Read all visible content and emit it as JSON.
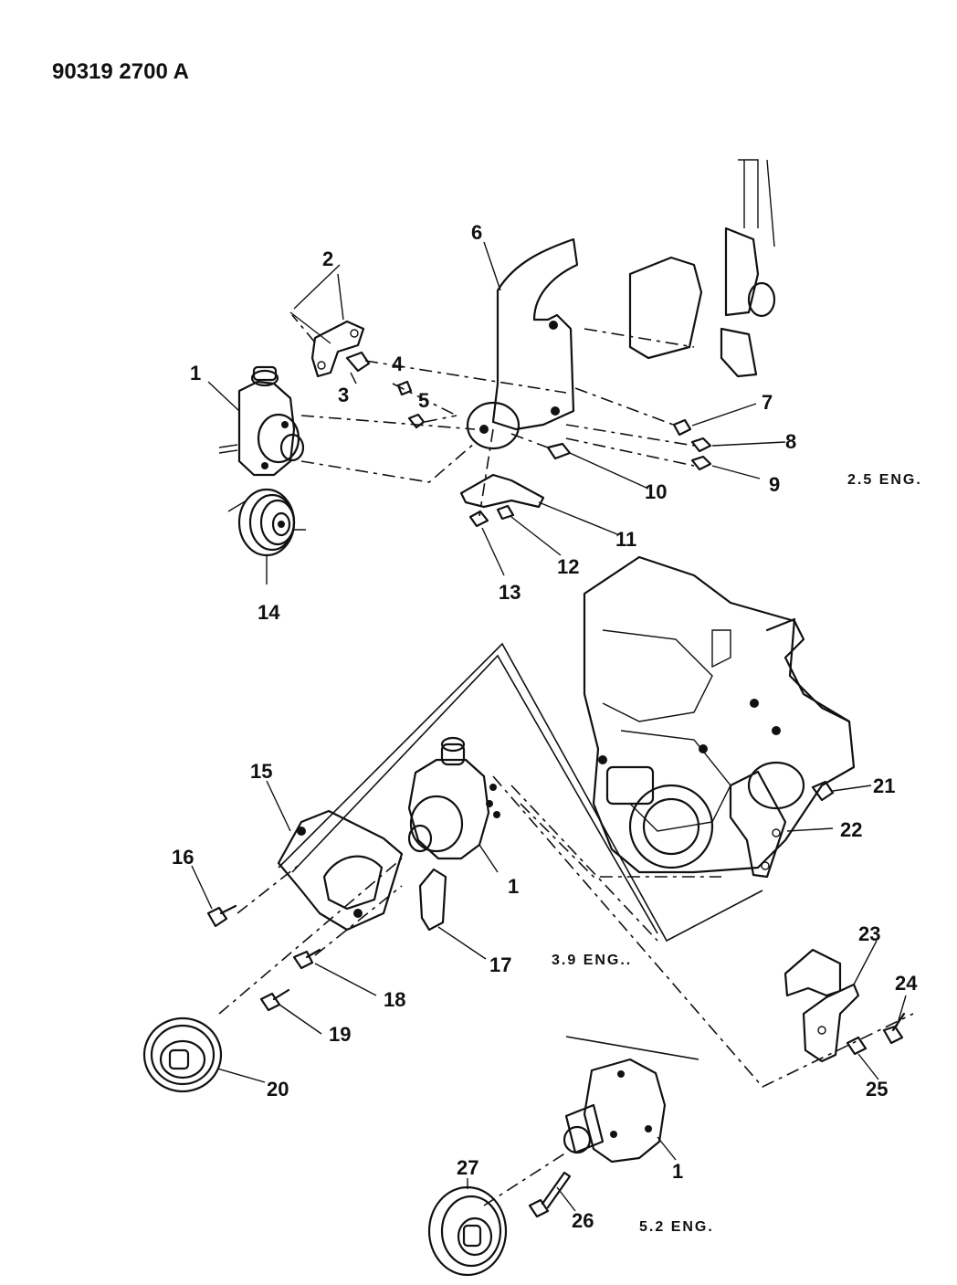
{
  "header": {
    "code": "90319 2700 A"
  },
  "engines": {
    "e25": "2.5 ENG.",
    "e39": "3.9 ENG..",
    "e52": "5.2 ENG."
  },
  "callouts": {
    "c1a": "1",
    "c2": "2",
    "c3": "3",
    "c4": "4",
    "c5": "5",
    "c6": "6",
    "c7": "7",
    "c8": "8",
    "c9": "9",
    "c10": "10",
    "c11": "11",
    "c12": "12",
    "c13": "13",
    "c14": "14",
    "c15": "15",
    "c16": "16",
    "c1b": "1",
    "c17": "17",
    "c18": "18",
    "c19": "19",
    "c20": "20",
    "c21": "21",
    "c22": "22",
    "c23": "23",
    "c24": "24",
    "c25": "25",
    "c1c": "1",
    "c26": "26",
    "c27": "27"
  }
}
